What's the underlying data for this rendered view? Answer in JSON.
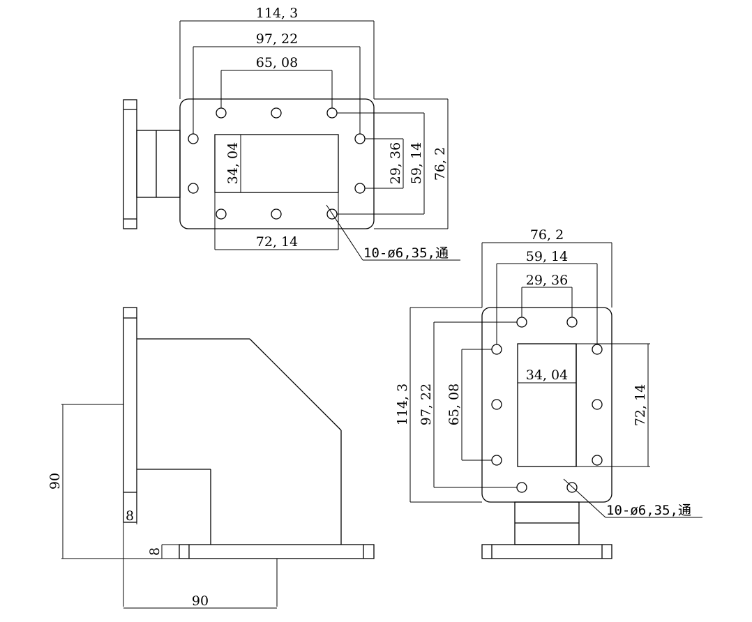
{
  "top_view": {
    "dims": {
      "overall_width": "114, 3",
      "hole_span_outer": "97, 22",
      "hole_span_inner": "65, 08",
      "opening_height": "34, 04",
      "side_hole_span_inner": "29, 36",
      "side_hole_span_outer": "59, 14",
      "overall_height": "76, 2",
      "opening_width": "72, 14"
    },
    "hole_callout": "10-ø6,35,通"
  },
  "side_view": {
    "dims": {
      "height": "90",
      "flange_thickness_v": "8",
      "flange_thickness_h": "8",
      "length": "90"
    }
  },
  "front_view": {
    "dims": {
      "overall_width": "76, 2",
      "hole_span_outer": "59, 14",
      "hole_span_inner": "29, 36",
      "opening_width": "34, 04",
      "overall_height": "114, 3",
      "side_span_outer": "97, 22",
      "side_span_inner": "65, 08",
      "opening_height": "72, 14"
    },
    "hole_callout": "10-ø6,35,通"
  }
}
